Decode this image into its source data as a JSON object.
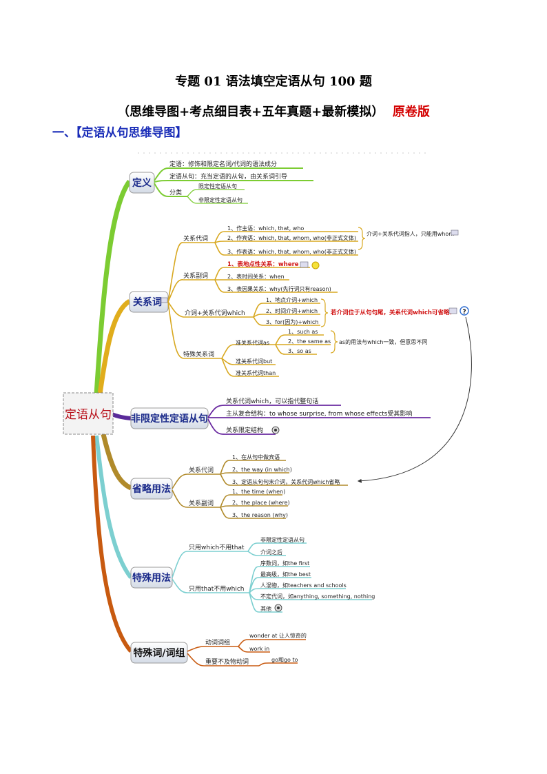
{
  "title": "专题 01  语法填空定语从句 100 题",
  "subtitle": "（思维导图+考点细目表+五年真题+最新模拟）",
  "subtitle_tag": "原卷版",
  "section_heading": "一、【定语从句思维导图】",
  "colors": {
    "green": "#7ccc32",
    "yellow": "#d8a820",
    "purple": "#6a2aa0",
    "olive": "#b08a2a",
    "teal": "#7ccfd0",
    "orange": "#c85a10",
    "title_red": "#d40000",
    "heading_blue": "#1a2db8"
  },
  "root": "定语从句",
  "branches": {
    "def": {
      "node": "定义",
      "items": [
        "定语：修饰和限定名词/代词的语法成分",
        "定语从句：充当定语的从句，由关系词引导",
        "分类"
      ],
      "classify": [
        "限定性定语从句",
        "非限定性定语从句"
      ]
    },
    "rel": {
      "node": "关系词",
      "pron": {
        "label": "关系代词",
        "items": [
          "1、作主语：which, that, who",
          "2、作宾语：which, that, whom, who(非正式文体)",
          "3、作表语：which, that, whom, who(非正式文体)"
        ],
        "note": "介词+关系代词指人，只能用whom"
      },
      "adv": {
        "label": "关系副词",
        "items": [
          "1、表地点性关系：where",
          "2、表时间关系：when",
          "3、表因果关系：why(先行词只有reason)"
        ]
      },
      "prep": {
        "label": "介词+关系代词which",
        "items": [
          "1、地点介词+which",
          "2、时间介词+which",
          "3、for(因为)+which"
        ],
        "note": "若介词位于从句句尾，关系代词which可省略？"
      },
      "special": {
        "label": "特殊关系词",
        "as_label": "准关系代词as",
        "as_items": [
          "1、such as",
          "2、the same as",
          "3、so as"
        ],
        "as_note": "as的用法与which一致，但意思不同",
        "others": [
          "准关系代词but",
          "准关系代词than"
        ]
      }
    },
    "nonres": {
      "node": "非限定性定语从句",
      "items": [
        "关系代词which，可以指代整句话",
        "主从复合结构：to whose surprise, from whose effects受其影响",
        "关系限定结构"
      ]
    },
    "omit": {
      "node": "省略用法",
      "pron_label": "关系代词",
      "pron_items": [
        "1、在从句中做宾语",
        "2、the way (in which)",
        "3、定语从句句末介词，关系代词which省略"
      ],
      "adv_label": "关系副词",
      "adv_items": [
        "1、the time (when)",
        "2、the place (where)",
        "3、the reason (why)"
      ]
    },
    "special_use": {
      "node": "特殊用法",
      "which_label": "只用which不用that",
      "which_items": [
        "非限定性定语从句",
        "介词之后"
      ],
      "that_label": "只用that不用which",
      "that_items": [
        "序数词，如the first",
        "最高级，如the best",
        "人混物，如teachers and schools",
        "不定代词，如anything, something, nothing",
        "其他"
      ]
    },
    "words": {
      "node": "特殊词/词组",
      "phrase_label": "动词词组",
      "phrase_items": [
        "wonder at 让人惊奇的",
        "work in"
      ],
      "intrans_label": "重要不及物动词",
      "intrans_items": [
        "go和go to"
      ]
    }
  }
}
